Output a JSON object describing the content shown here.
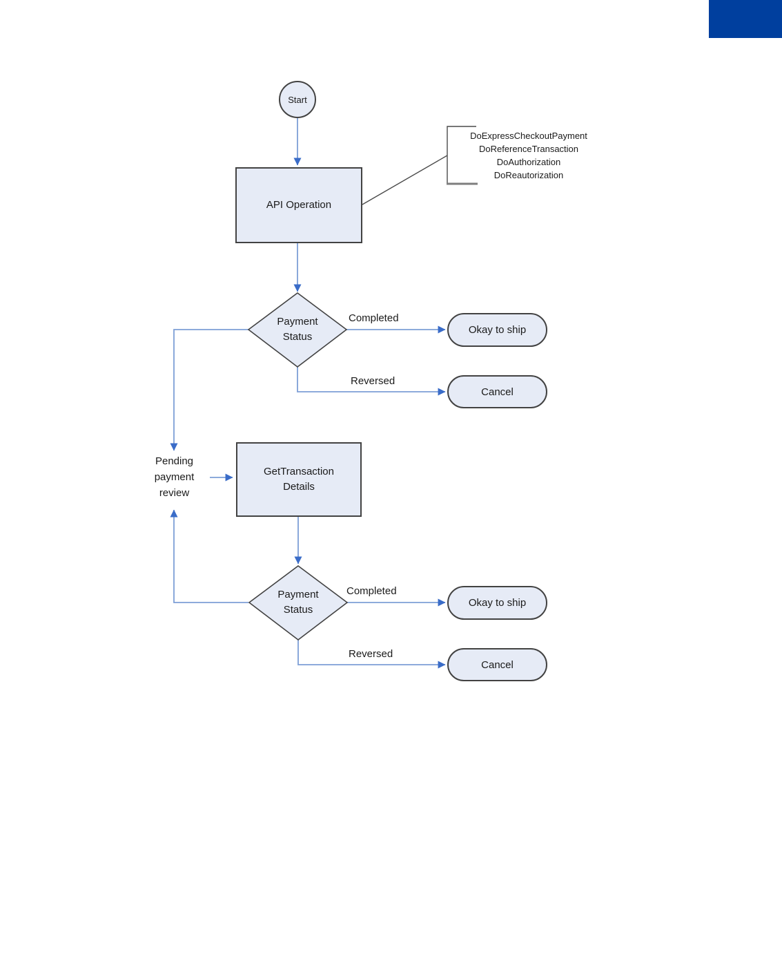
{
  "flowchart": {
    "nodes": {
      "start": {
        "label": "Start"
      },
      "api_operation": {
        "label": "API Operation"
      },
      "payment_status_1": {
        "label": "Payment Status"
      },
      "okay_to_ship_1": {
        "label": "Okay to ship"
      },
      "cancel_1": {
        "label": "Cancel"
      },
      "pending_review": {
        "label": "Pending payment review"
      },
      "get_transaction_details": {
        "label": "GetTransaction Details"
      },
      "payment_status_2": {
        "label": "Payment Status"
      },
      "okay_to_ship_2": {
        "label": "Okay to ship"
      },
      "cancel_2": {
        "label": "Cancel"
      }
    },
    "edge_labels": {
      "completed_1": "Completed",
      "reversed_1": "Reversed",
      "completed_2": "Completed",
      "reversed_2": "Reversed"
    },
    "annotation_lines": [
      "DoExpressCheckoutPayment",
      "DoReferenceTransaction",
      "DoAuthorization",
      "DoReautorization"
    ]
  },
  "colors": {
    "banner_blue": "#003F9E",
    "node_fill": "#E6EBF6",
    "node_border": "#424242",
    "connector_line": "#7D9FD6",
    "connector_arrow": "#3A6CC8",
    "text": "#1A1A1A"
  }
}
